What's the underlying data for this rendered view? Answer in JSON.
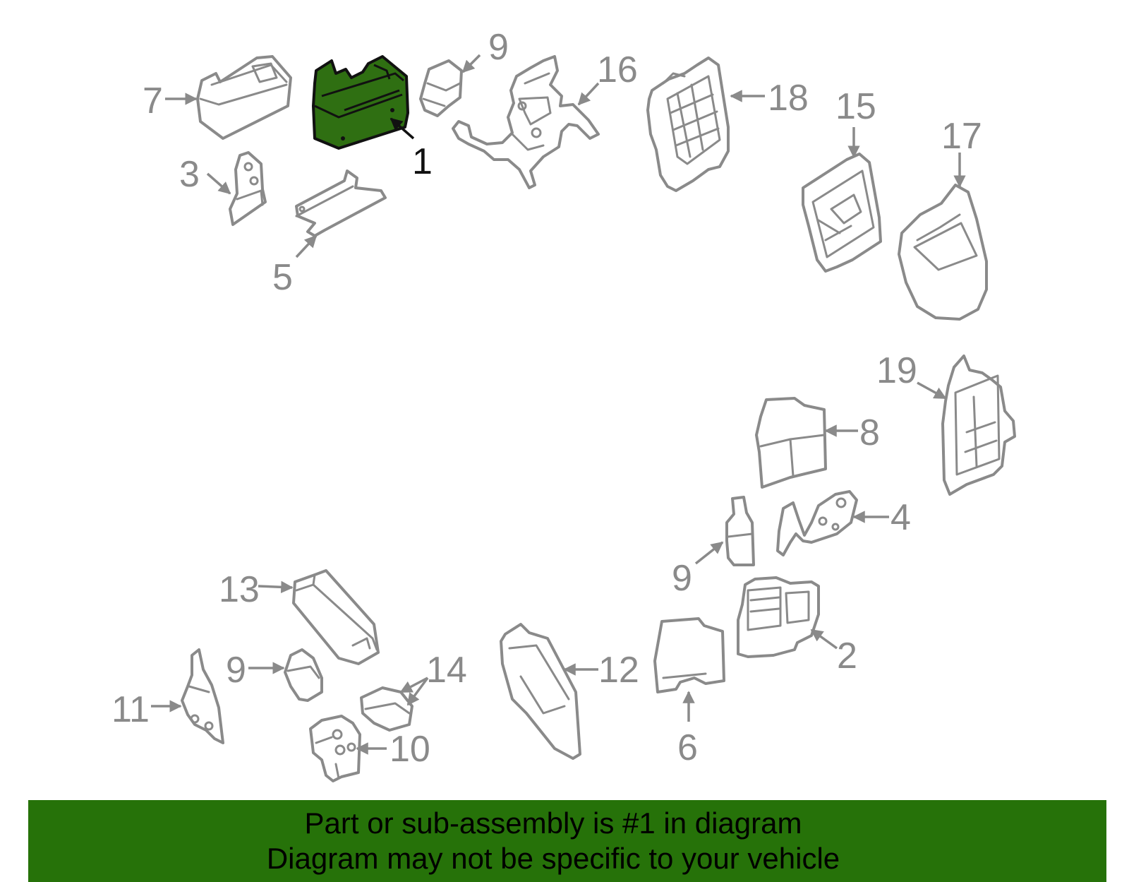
{
  "diagram": {
    "highlight_color": "#267209",
    "part_stroke_color": "#8a8a8a",
    "callouts": [
      {
        "id": "c1",
        "label": "1",
        "active": true
      },
      {
        "id": "c2",
        "label": "2"
      },
      {
        "id": "c3",
        "label": "3"
      },
      {
        "id": "c4",
        "label": "4"
      },
      {
        "id": "c5",
        "label": "5"
      },
      {
        "id": "c6",
        "label": "6"
      },
      {
        "id": "c7",
        "label": "7"
      },
      {
        "id": "c8",
        "label": "8"
      },
      {
        "id": "c9a",
        "label": "9"
      },
      {
        "id": "c9b",
        "label": "9"
      },
      {
        "id": "c9c",
        "label": "9"
      },
      {
        "id": "c10",
        "label": "10"
      },
      {
        "id": "c11",
        "label": "11"
      },
      {
        "id": "c12",
        "label": "12"
      },
      {
        "id": "c13",
        "label": "13"
      },
      {
        "id": "c14",
        "label": "14"
      },
      {
        "id": "c15",
        "label": "15"
      },
      {
        "id": "c16",
        "label": "16"
      },
      {
        "id": "c17",
        "label": "17"
      },
      {
        "id": "c18",
        "label": "18"
      },
      {
        "id": "c19",
        "label": "19"
      }
    ]
  },
  "banner": {
    "line1": "Part or sub-assembly is #1 in diagram",
    "line2": "Diagram may not be specific to your vehicle"
  }
}
